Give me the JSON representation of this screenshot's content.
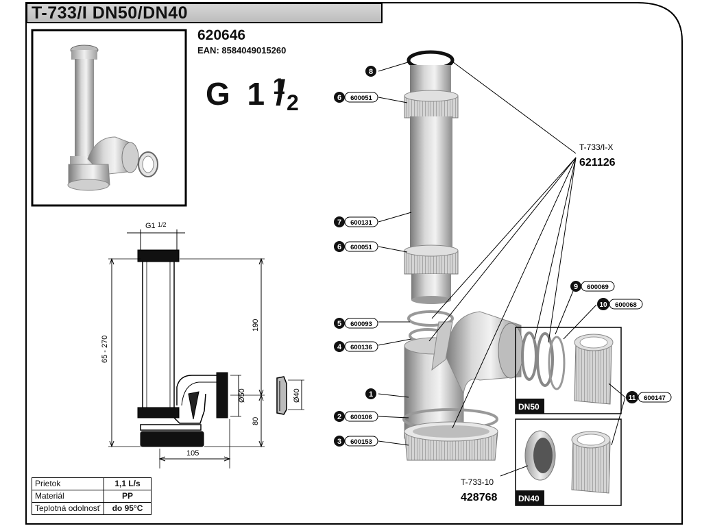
{
  "header": {
    "title": "T-733/I DN50/DN40",
    "product_code": "620646",
    "ean": "EAN: 8584049015260",
    "thread": {
      "prefix": "G 1",
      "numerator": "1",
      "denominator": "2"
    }
  },
  "dimensions": {
    "thread_label": "G1",
    "thread_fraction": "1/2",
    "overall_height": "65 - 270",
    "upper_height": "190",
    "lower_height": "80",
    "outlet_diameter": "Ø50",
    "reducer_diameter": "Ø40",
    "horizontal_length": "105"
  },
  "callouts": [
    {
      "num": "8",
      "code": ""
    },
    {
      "num": "6",
      "code": "600051"
    },
    {
      "num": "7",
      "code": "600131"
    },
    {
      "num": "6",
      "code": "600051"
    },
    {
      "num": "5",
      "code": "600093"
    },
    {
      "num": "4",
      "code": "600136"
    },
    {
      "num": "1",
      "code": ""
    },
    {
      "num": "2",
      "code": "600106"
    },
    {
      "num": "3",
      "code": "600153"
    },
    {
      "num": "9",
      "code": "600069"
    },
    {
      "num": "10",
      "code": "600068"
    },
    {
      "num": "11",
      "code": "600147"
    }
  ],
  "kits": {
    "seal_kit_name": "T-733/I-X",
    "seal_kit_code": "621126",
    "adapter_name": "T-733-10",
    "adapter_code": "428768",
    "dn50_label": "DN50",
    "dn40_label": "DN40"
  },
  "specs": [
    {
      "key": "Prietok",
      "value": "1,1 L/s"
    },
    {
      "key": "Materiál",
      "value": "PP"
    },
    {
      "key": "Teplotná odolnosť",
      "value": "do 95°C"
    }
  ]
}
